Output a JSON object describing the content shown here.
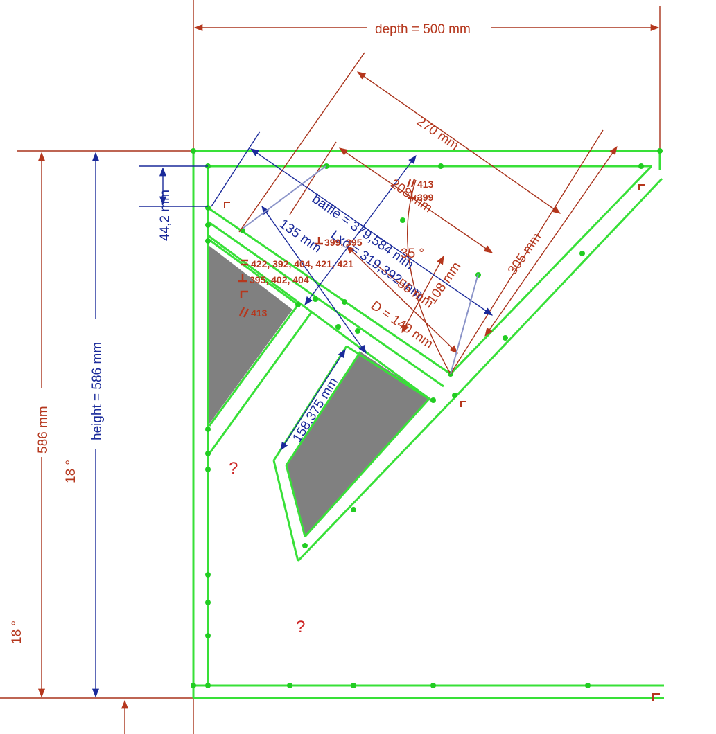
{
  "dimensions": {
    "depth": "depth = 500 mm",
    "height_blue": "height = 586 mm",
    "height_red": "586 mm",
    "d270": "270 mm",
    "d305": "305 mm",
    "d44": "44,2 mm",
    "d135": "135 mm",
    "baffle": "baffle = 379,584 mm",
    "lxc": "Lxc = 319,392 mm",
    "d208": "208 mm",
    "d55": "55 mm",
    "d108": "108 mm",
    "d140": "D = 140 mm",
    "d158": "158,375 mm"
  },
  "angles": {
    "a35": "35 °",
    "a18_mid": "18 °",
    "a18_low": "18 °"
  },
  "annotations": {
    "a413_top": "413",
    "a399_top": "399",
    "a399_395": "399, 395",
    "a422": "422, 392, 404, 421, 421",
    "a395": "395, 402, 404",
    "a413_low": "413"
  },
  "markers": {
    "unknown1": "?",
    "unknown2": "?"
  },
  "colors": {
    "dimension_red": "#b5371d",
    "dimension_blue": "#1a2a9a",
    "board_green": "#38e038",
    "panel_gray": "#808080"
  }
}
